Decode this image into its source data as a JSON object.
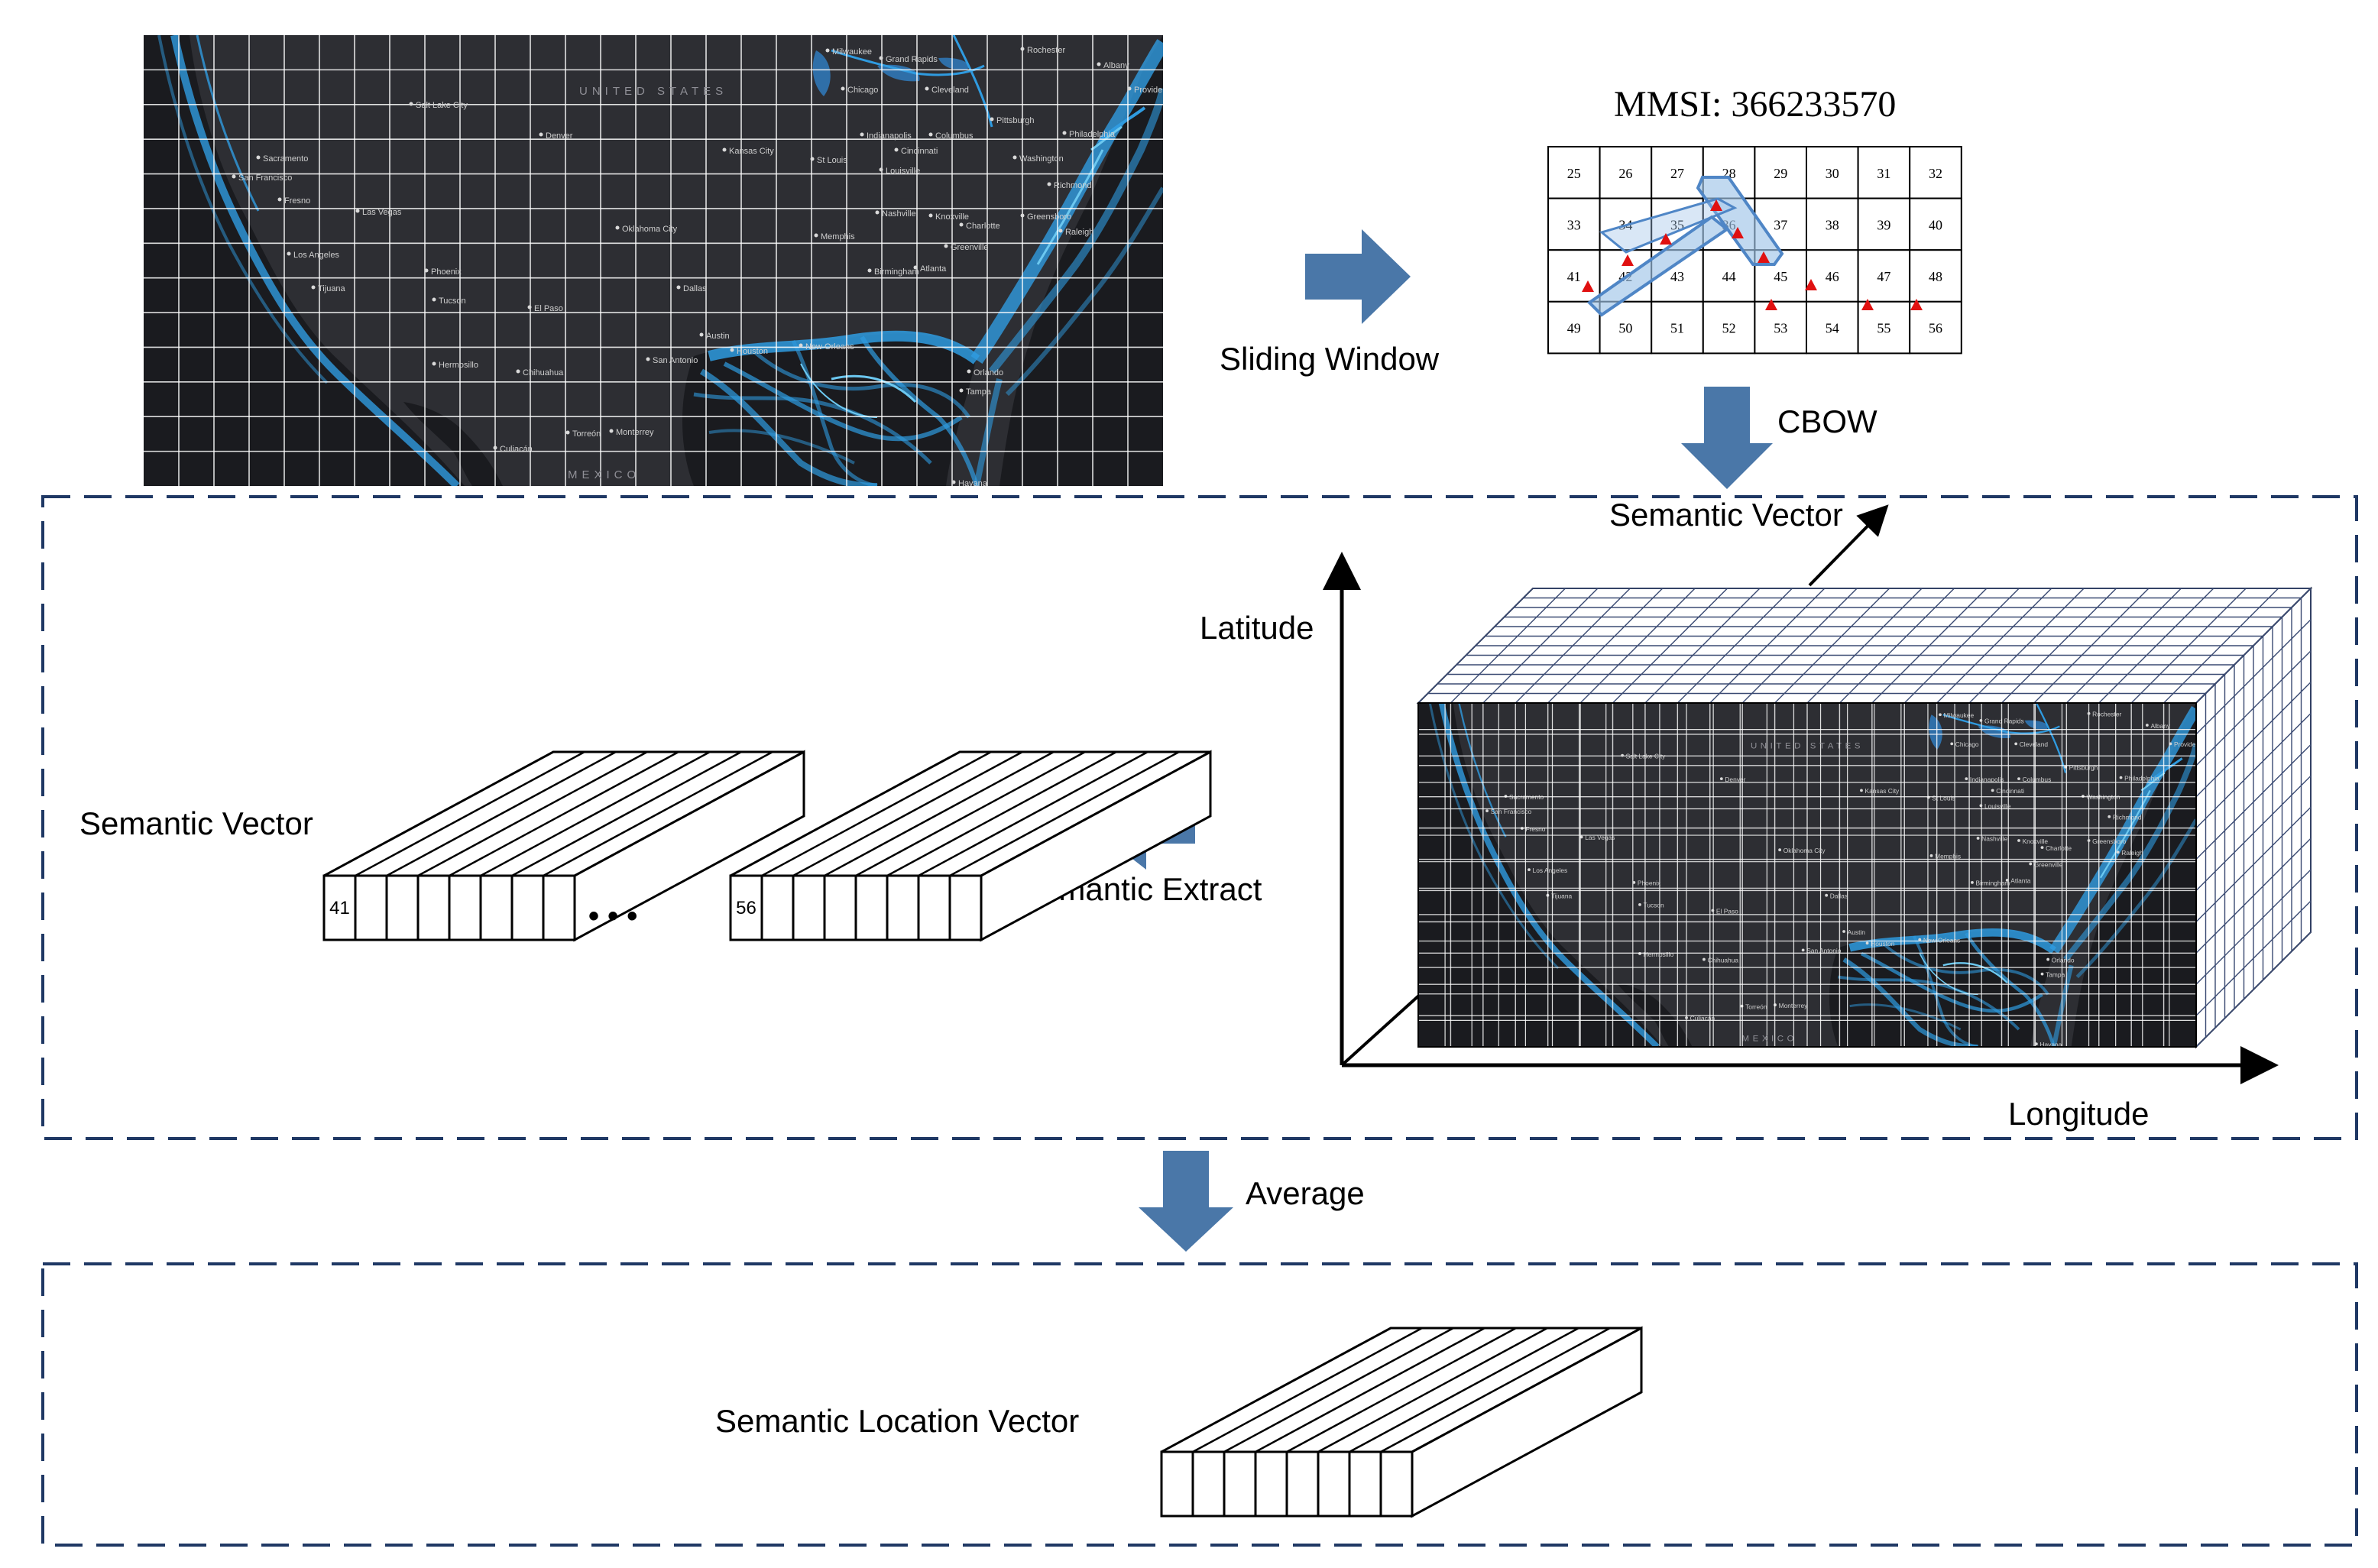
{
  "mmsi": {
    "label": "MMSI:",
    "value": "366233570"
  },
  "grid": {
    "rows": [
      [
        "25",
        "26",
        "27",
        "28",
        "29",
        "30",
        "31",
        "32"
      ],
      [
        "33",
        "34",
        "35",
        "36",
        "37",
        "38",
        "39",
        "40"
      ],
      [
        "41",
        "42",
        "43",
        "44",
        "45",
        "46",
        "47",
        "48"
      ],
      [
        "49",
        "50",
        "51",
        "52",
        "53",
        "54",
        "55",
        "56"
      ]
    ]
  },
  "labels": {
    "sliding_window": "Sliding Window",
    "cbow": "CBOW",
    "semantic_vector_top": "Semantic Vector",
    "latitude": "Latitude",
    "longitude": "Longitude",
    "semantic_vector_left": "Semantic Vector",
    "semantic_extract": "Semantic Extract",
    "average": "Average",
    "semantic_location_vector": "Semantic Location Vector",
    "ellipsis": "• • •"
  },
  "vectors": {
    "first_cell": "41",
    "last_cell": "56"
  },
  "map_labels": {
    "country_us": "UNITED STATES",
    "country_mx": "MEXICO",
    "cities": [
      "Milwaukee",
      "Grand Rapids",
      "Rochester",
      "Albany",
      "Chicago",
      "Cleveland",
      "Providence",
      "Salt Lake City",
      "Pittsburgh",
      "Denver",
      "Indianapolis",
      "Columbus",
      "Kansas City",
      "Cincinnati",
      "Washington",
      "Philadelphia",
      "Sacramento",
      "St Louis",
      "Louisville",
      "San Francisco",
      "Richmond",
      "Fresno",
      "Las Vegas",
      "Nashville",
      "Knoxville",
      "Greensboro",
      "Oklahoma City",
      "Memphis",
      "Raleigh",
      "Charlotte",
      "Los Angeles",
      "Greenville",
      "Phoenix",
      "Birmingham",
      "Atlanta",
      "Tijuana",
      "Tucson",
      "Dallas",
      "El Paso",
      "Austin",
      "Houston",
      "New Orleans",
      "San Antonio",
      "Hermosillo",
      "Chihuahua",
      "Orlando",
      "Tampa",
      "Torreón",
      "Monterrey",
      "Culiacán",
      "Havana"
    ]
  },
  "colors": {
    "map_bg": "#2d2e33",
    "ocean_dark": "#15171b",
    "track_blue": "#2f9be0",
    "track_light": "#6cc8f0",
    "arrow_blue": "#4a77a8",
    "dash_border": "#1f3864",
    "window_fill": "#9fc4e8",
    "window_stroke": "#4f86c6",
    "marker_red": "#e01010"
  },
  "markers_description_free": true
}
